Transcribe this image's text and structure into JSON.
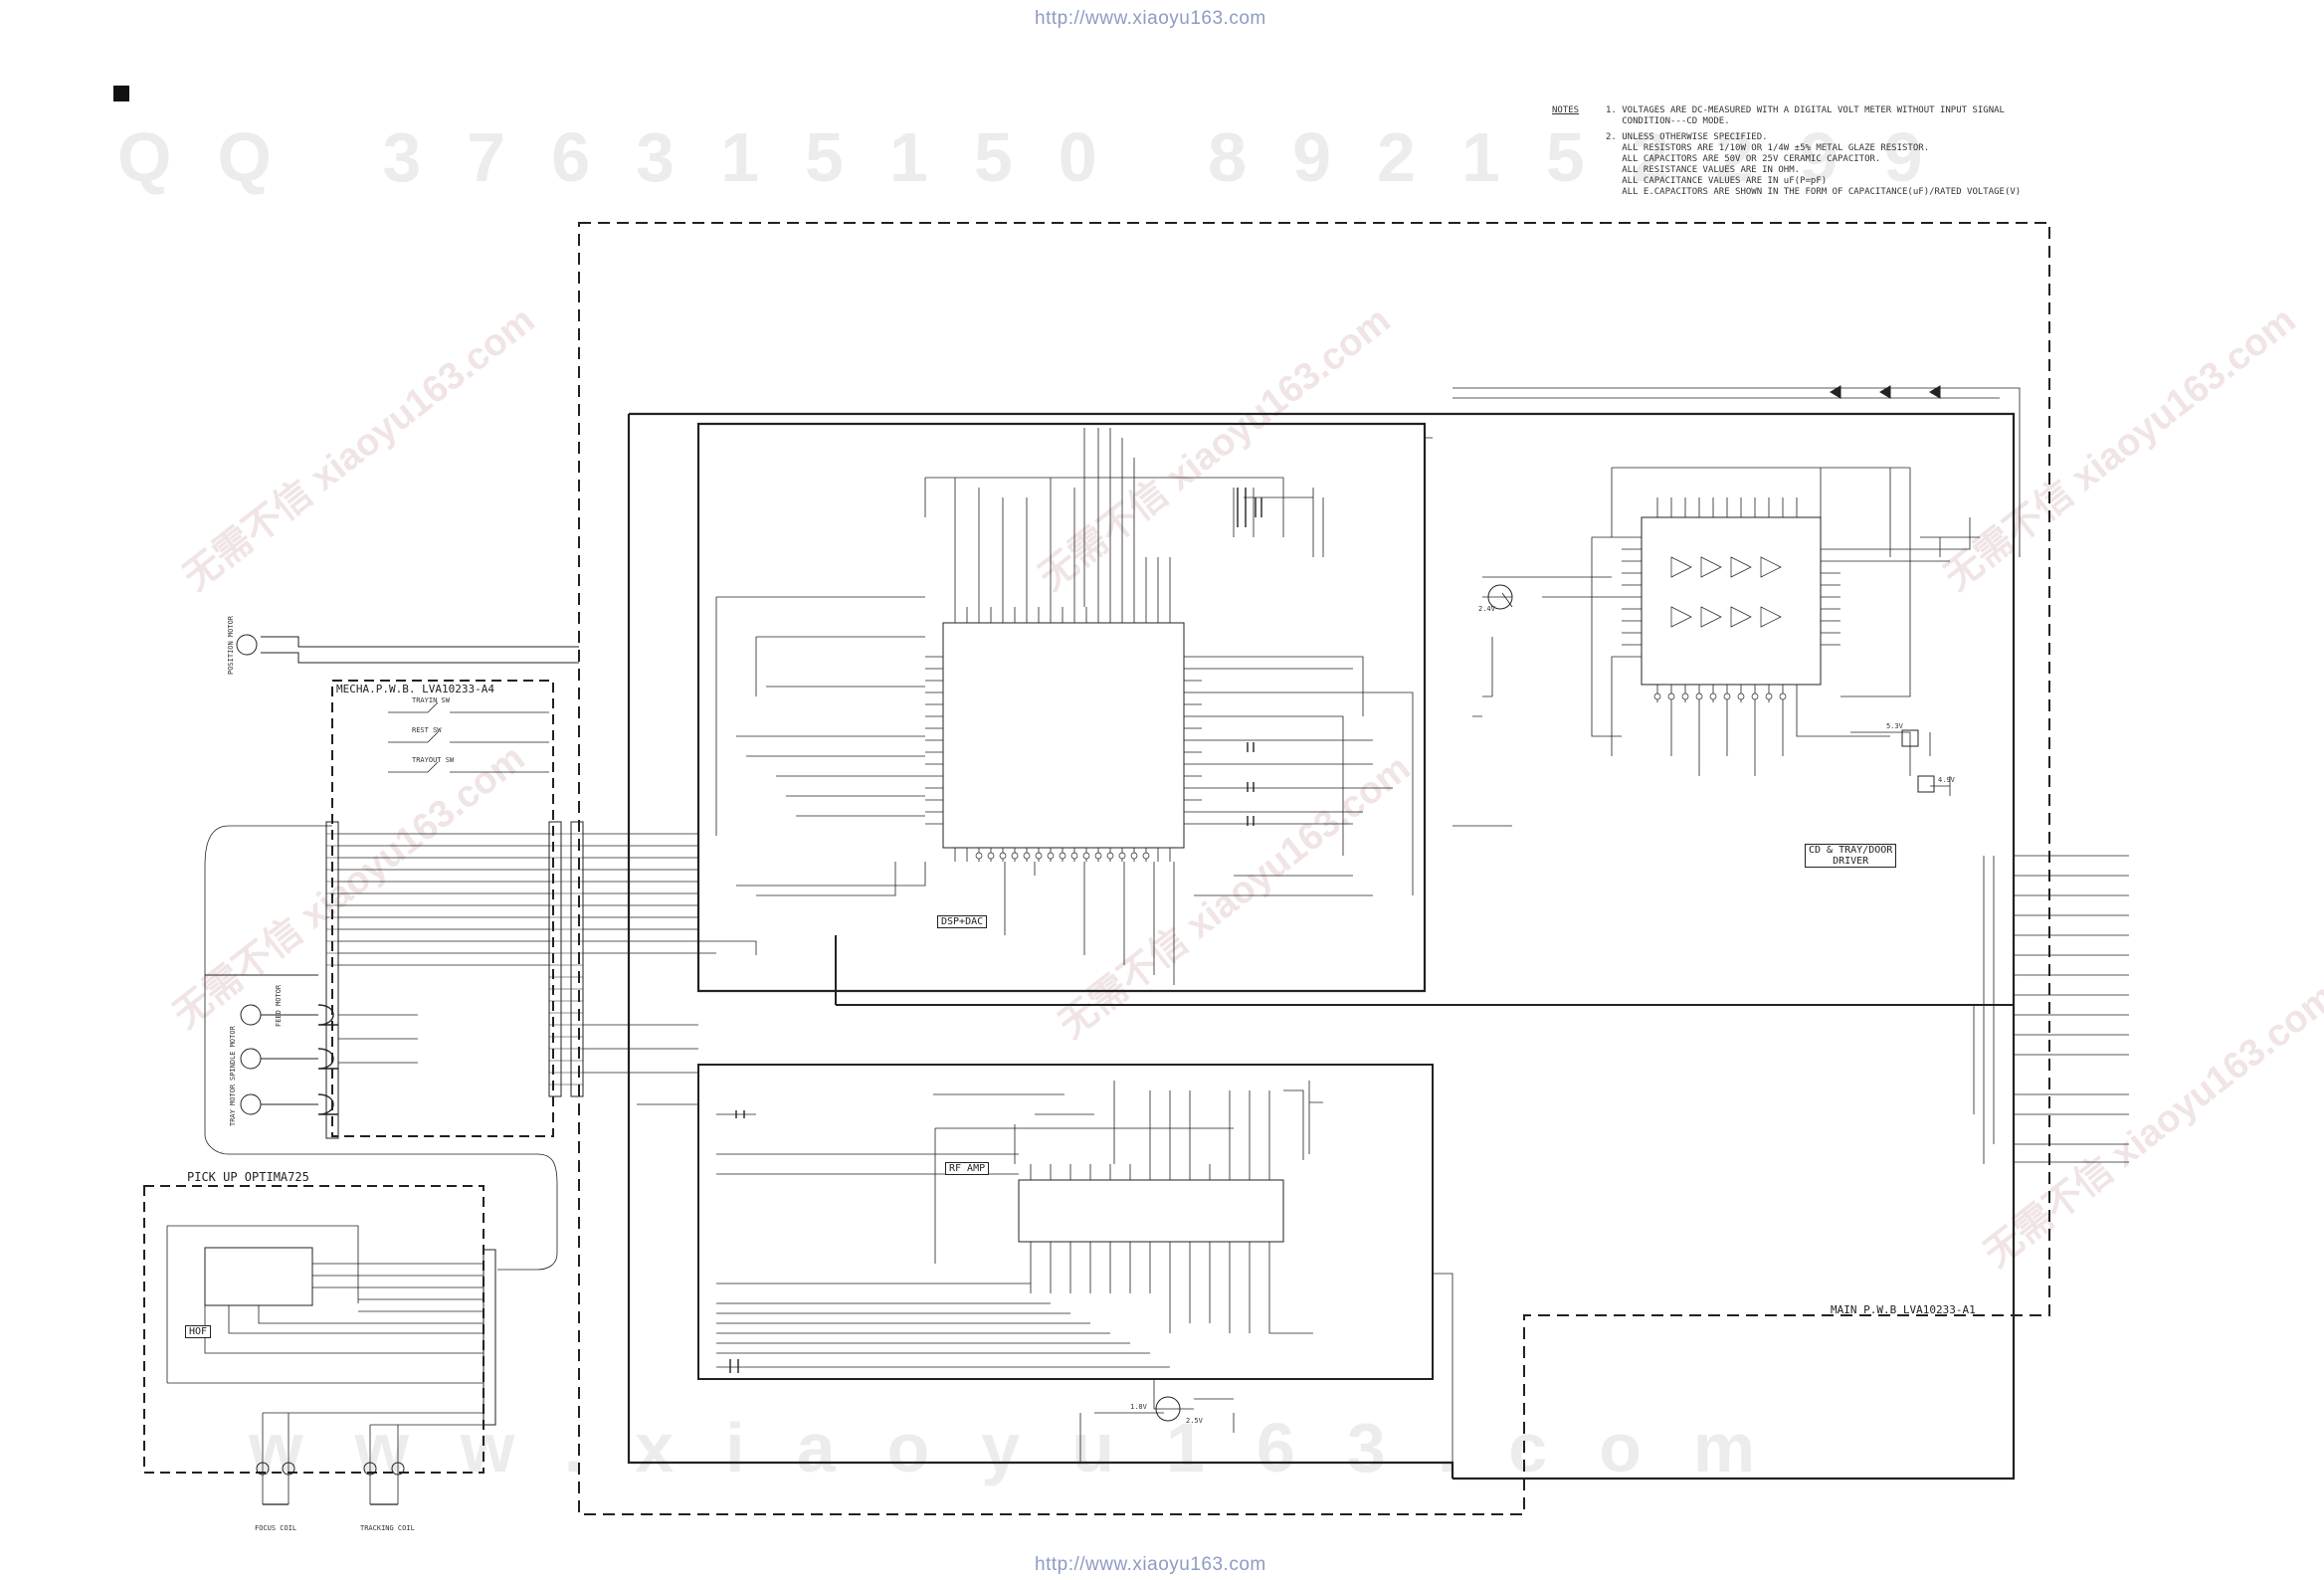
{
  "header": {
    "url_top": "http://www.xiaoyu163.com",
    "url_bottom": "http://www.xiaoyu163.com"
  },
  "watermarks": {
    "qq_row": "QQ 376315150   892152299",
    "site_row": "www.xiaoyu163.com",
    "diag_text": "无需不信 xiaoyu163.com"
  },
  "notes": {
    "title": "NOTES",
    "line1": "1. VOLTAGES ARE DC-MEASURED WITH A DIGITAL VOLT METER WITHOUT INPUT SIGNAL",
    "line1b": "   CONDITION---CD MODE.",
    "line2": "2. UNLESS OTHERWISE SPECIFIED.",
    "line2a": "   ALL RESISTORS ARE 1/10W OR 1/4W ±5% METAL GLAZE RESISTOR.",
    "line2b": "   ALL CAPACITORS ARE 50V OR 25V CERAMIC CAPACITOR.",
    "line2c": "   ALL RESISTANCE VALUES ARE IN OHM.",
    "line2d": "   ALL CAPACITANCE VALUES ARE IN uF(P=pF)",
    "line2e": "   ALL E.CAPACITORS ARE SHOWN IN THE FORM OF CAPACITANCE(uF)/RATED VOLTAGE(V)"
  },
  "blocks": {
    "mecha_pwb": "MECHA.P.W.B.  LVA10233-A4",
    "main_pwb": "MAIN P.W.B   LVA10233-A1",
    "pickup": "PICK UP   OPTIMA725",
    "dsp_dac": "DSP+DAC",
    "rf_amp": "RF AMP",
    "driver_l1": "CD & TRAY/DOOR",
    "driver_l2": "DRIVER",
    "hof": "HOF"
  },
  "components": {
    "position_motor": "POSITION MOTOR",
    "feed_motor": "FEED MOTOR",
    "spindle_motor": "SPINDLE MOTOR",
    "tray_motor": "TRAY MOTOR",
    "trayin_sw": "TRAYIN SW",
    "rest_sw": "REST SW",
    "trayout_sw": "TRAYOUT SW",
    "focus_coil": "FOCUS COIL",
    "tracking_coil": "TRACKING COIL"
  },
  "voltages": {
    "v_5_3": "5.3V",
    "v_4_9": "4.9V",
    "v_2_4": "2.4V",
    "v_2_5": "2.5V",
    "v_1_8": "1.8V"
  }
}
